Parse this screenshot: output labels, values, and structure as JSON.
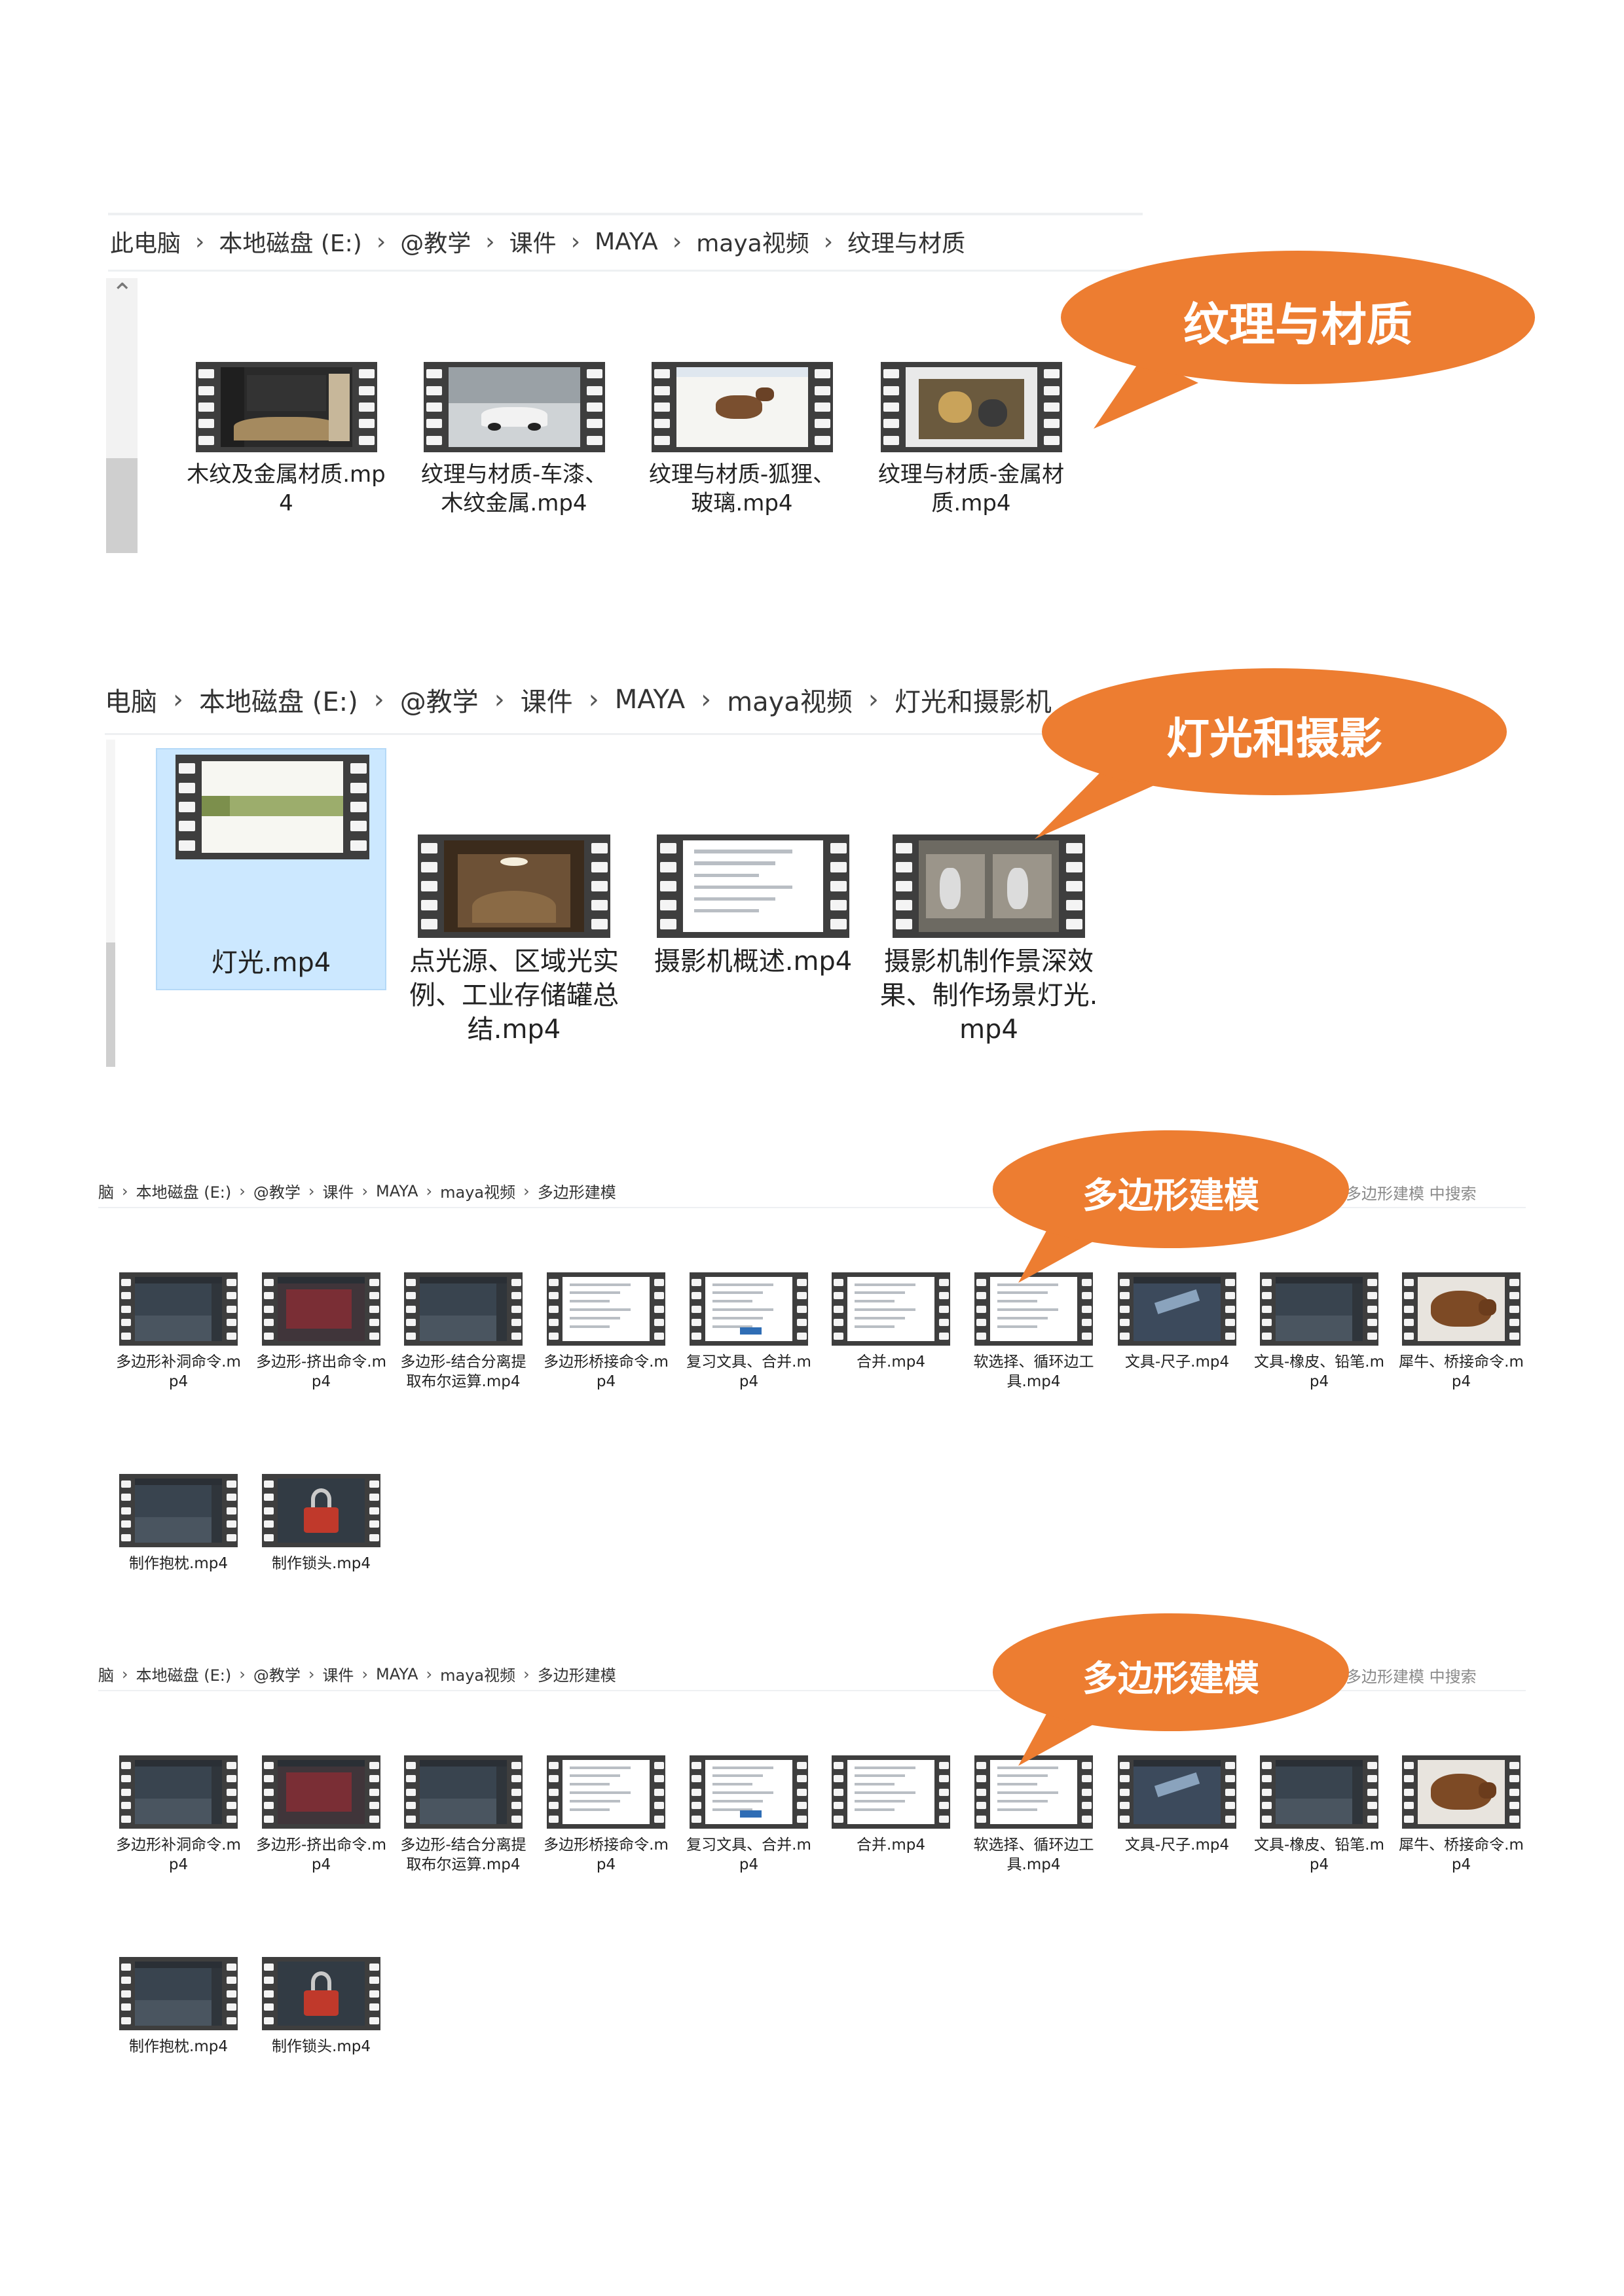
{
  "section1": {
    "breadcrumb": [
      "此电脑",
      "本地磁盘 (E:)",
      "@教学",
      "课件",
      "MAYA",
      "maya视频",
      "纹理与材质"
    ],
    "callout": "纹理与材质",
    "files": [
      {
        "name": "木纹及金属材质.mp4",
        "thumb": "dark-ui"
      },
      {
        "name": "纹理与材质-车漆、木纹金属.mp4",
        "thumb": "car"
      },
      {
        "name": "纹理与材质-狐狸、玻璃.mp4",
        "thumb": "fox"
      },
      {
        "name": "纹理与材质-金属材质.mp4",
        "thumb": "metal"
      }
    ]
  },
  "section2": {
    "breadcrumb": [
      "电脑",
      "本地磁盘 (E:)",
      "@教学",
      "课件",
      "MAYA",
      "maya视频",
      "灯光和摄影机"
    ],
    "callout": "灯光和摄影",
    "files": [
      {
        "name": "灯光.mp4",
        "thumb": "slide-green",
        "selected": true
      },
      {
        "name": "点光源、区域光实例、工业存储罐总结.mp4",
        "thumb": "room"
      },
      {
        "name": "摄影机概述.mp4",
        "thumb": "doc"
      },
      {
        "name": "摄影机制作景深效果、制作场景灯光.mp4",
        "thumb": "vases"
      }
    ]
  },
  "section3": {
    "breadcrumb": [
      "脑",
      "本地磁盘 (E:)",
      "@教学",
      "课件",
      "MAYA",
      "maya视频",
      "多边形建模"
    ],
    "callout": "多边形建模",
    "search_hint": "多边形建模 中搜索",
    "files": [
      {
        "name": "多边形补洞命令.mp4",
        "thumb": "maya-dark"
      },
      {
        "name": "多边形-挤出命令.mp4",
        "thumb": "maya-red"
      },
      {
        "name": "多边形-结合分离提取布尔运算.mp4",
        "thumb": "maya-dark"
      },
      {
        "name": "多边形桥接命令.mp4",
        "thumb": "doc"
      },
      {
        "name": "复习文具、合并.mp4",
        "thumb": "doc-blue"
      },
      {
        "name": "合并.mp4",
        "thumb": "doc"
      },
      {
        "name": "软选择、循环边工具.mp4",
        "thumb": "doc"
      },
      {
        "name": "文具-尺子.mp4",
        "thumb": "maya-blue"
      },
      {
        "name": "文具-橡皮、铅笔.mp4",
        "thumb": "maya-dark"
      },
      {
        "name": "犀牛、桥接命令.mp4",
        "thumb": "rhino"
      },
      {
        "name": "制作抱枕.mp4",
        "thumb": "maya-dark"
      },
      {
        "name": "制作锁头.mp4",
        "thumb": "lock"
      }
    ]
  },
  "section4": {
    "breadcrumb": [
      "脑",
      "本地磁盘 (E:)",
      "@教学",
      "课件",
      "MAYA",
      "maya视频",
      "多边形建模"
    ],
    "callout": "多边形建模",
    "search_hint": "多边形建模 中搜索",
    "files": [
      {
        "name": "多边形补洞命令.mp4",
        "thumb": "maya-dark"
      },
      {
        "name": "多边形-挤出命令.mp4",
        "thumb": "maya-red"
      },
      {
        "name": "多边形-结合分离提取布尔运算.mp4",
        "thumb": "maya-dark"
      },
      {
        "name": "多边形桥接命令.mp4",
        "thumb": "doc"
      },
      {
        "name": "复习文具、合并.mp4",
        "thumb": "doc-blue"
      },
      {
        "name": "合并.mp4",
        "thumb": "doc"
      },
      {
        "name": "软选择、循环边工具.mp4",
        "thumb": "doc"
      },
      {
        "name": "文具-尺子.mp4",
        "thumb": "maya-blue"
      },
      {
        "name": "文具-橡皮、铅笔.mp4",
        "thumb": "maya-dark"
      },
      {
        "name": "犀牛、桥接命令.mp4",
        "thumb": "rhino"
      },
      {
        "name": "制作抱枕.mp4",
        "thumb": "maya-dark"
      },
      {
        "name": "制作锁头.mp4",
        "thumb": "lock"
      }
    ]
  },
  "colors": {
    "callout_orange": "#ed7d31",
    "selected_bg": "#cce8ff",
    "film_dark": "#3e3e3e"
  }
}
